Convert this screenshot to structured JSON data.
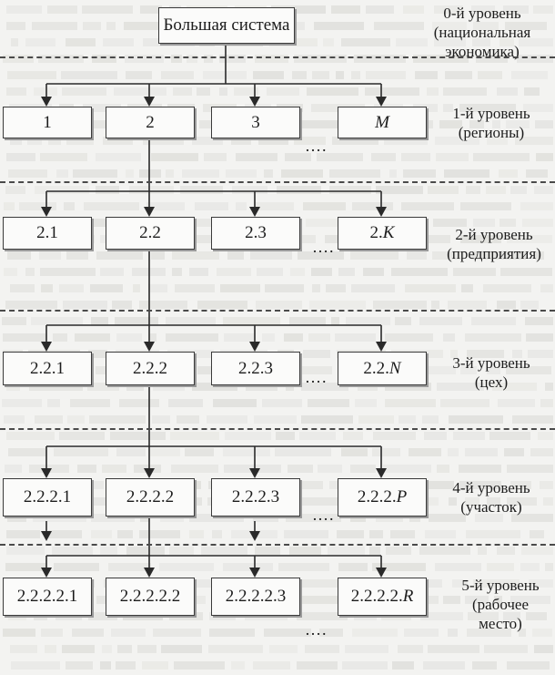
{
  "diagram": {
    "top_box": "Большая система",
    "levels": [
      {
        "title": "0-й уровень",
        "lines": [
          "(национальная",
          "экономика)"
        ]
      },
      {
        "title": "1-й уровень",
        "lines": [
          "(регионы)"
        ]
      },
      {
        "title": "2-й уровень",
        "lines": [
          "(предприятия)"
        ]
      },
      {
        "title": "3-й уровень",
        "lines": [
          "(цех)"
        ]
      },
      {
        "title": "4-й уровень",
        "lines": [
          "(участок)"
        ]
      },
      {
        "title": "5-й уровень",
        "lines": [
          "(рабочее",
          "место)"
        ]
      }
    ],
    "rows": [
      {
        "boxes": [
          "1",
          "2",
          "3"
        ],
        "last": {
          "prefix": "",
          "var": "M"
        }
      },
      {
        "boxes": [
          "2.1",
          "2.2",
          "2.3"
        ],
        "last": {
          "prefix": "2.",
          "var": "K"
        }
      },
      {
        "boxes": [
          "2.2.1",
          "2.2.2",
          "2.2.3"
        ],
        "last": {
          "prefix": "2.2.",
          "var": "N"
        }
      },
      {
        "boxes": [
          "2.2.2.1",
          "2.2.2.2",
          "2.2.2.3"
        ],
        "last": {
          "prefix": "2.2.2.",
          "var": "P"
        }
      },
      {
        "boxes": [
          "2.2.2.2.1",
          "2.2.2.2.2",
          "2.2.2.2.3"
        ],
        "last": {
          "prefix": "2.2.2.2.",
          "var": "R"
        }
      }
    ],
    "ellipsis": "…."
  }
}
